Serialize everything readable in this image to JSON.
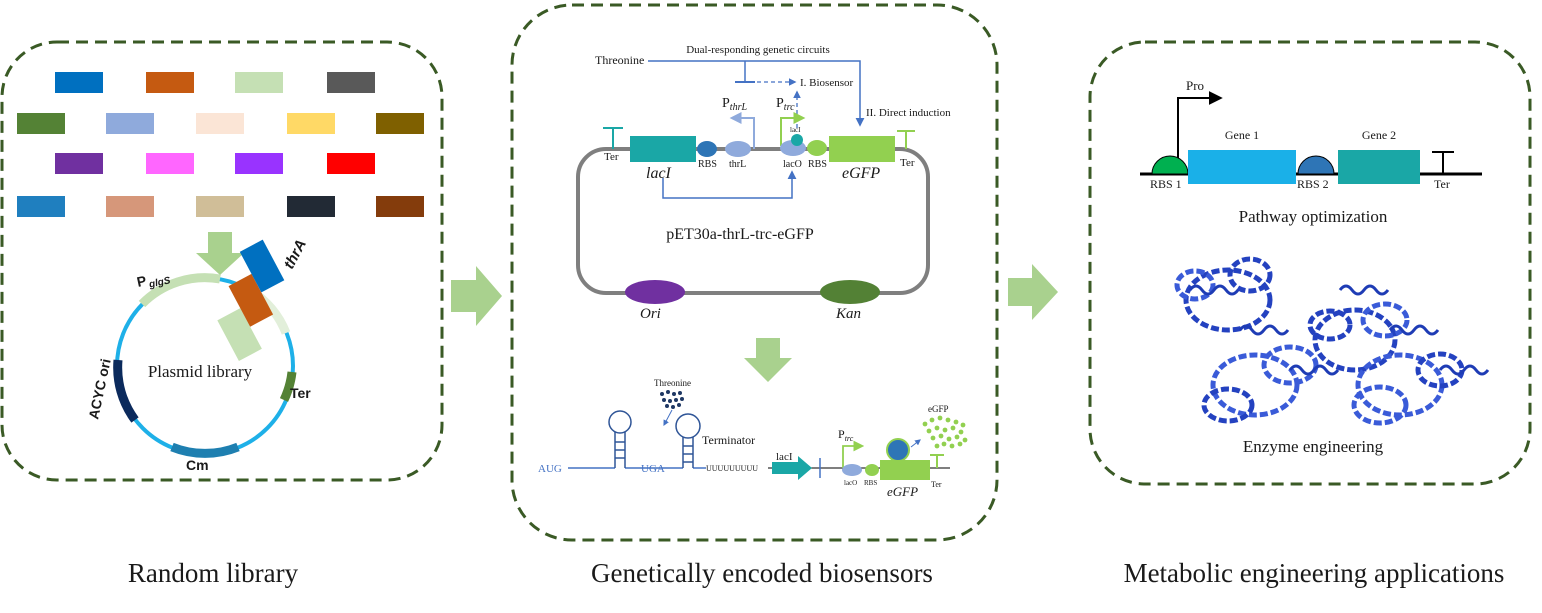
{
  "panels": {
    "left": {
      "caption": "Random library",
      "plasmid_label": "Plasmid library",
      "elements": {
        "promoter": "P",
        "promoter_sub": "glgS",
        "gene": "thrA",
        "terminator": "Ter",
        "marker": "Cm",
        "origin": "ACYC ori"
      },
      "library_colors": [
        [
          "#0070C0",
          "#C55A11",
          "#C5E0B4",
          "#595959"
        ],
        [
          "#548235",
          "#8FAADC",
          "#FBE5D6",
          "#FFD966",
          "#7F6000"
        ],
        [
          "#7030A0",
          "#FF66FF",
          "#9933FF",
          "#FF0000"
        ],
        [
          "#1F7FBF",
          "#D6977A",
          "#D0BE98",
          "#222A35",
          "#843C0C"
        ]
      ]
    },
    "middle": {
      "caption": "Genetically encoded biosensors",
      "circuit_title": "Dual-responding genetic circuits",
      "inducer": "Threonine",
      "biosensor_label": "I. Biosensor",
      "direct_label": "II. Direct induction",
      "promoter_thrL": "P",
      "promoter_thrL_sub": "thrL",
      "promoter_trc": "P",
      "promoter_trc_sub": "trc",
      "lacI_small": "lacI",
      "ter_left": "Ter",
      "ter_right": "Ter",
      "gene_lacI": "lacI",
      "rbs1": "RBS",
      "thrL": "thrL",
      "lacO": "lacO",
      "rbs2": "RBS",
      "gene_eGFP": "eGFP",
      "plasmid_name": "pET30a-thrL-trc-eGFP",
      "ori": "Ori",
      "kan": "Kan",
      "mech": {
        "threonine": "Threonine",
        "aug": "AUG",
        "uga": "UGA",
        "terminator": "Terminator",
        "polyu": "UUUUUUUUU",
        "lacI": "lacI",
        "ptrc": "P",
        "ptrc_sub": "trc",
        "lacO": "lacO",
        "rbs": "RBS",
        "eGFP_small": "eGFP",
        "eGFP": "eGFP",
        "ter": "Ter"
      }
    },
    "right": {
      "caption": "Metabolic engineering applications",
      "promoter": "Pro",
      "gene1": "Gene 1",
      "gene2": "Gene 2",
      "rbs1": "RBS 1",
      "rbs2": "RBS 2",
      "ter": "Ter",
      "pathway_label": "Pathway optimization",
      "enzyme_label": "Enzyme engineering"
    }
  },
  "colors": {
    "border": "#3A5A25",
    "flow_arrow": "#A9D18E",
    "plasmid_ring": "#1EB0E8",
    "circuit_arrow": "#4472C4",
    "lacI_box": "#1AA7A6",
    "egfp_box": "#92D050",
    "ori": "#7030A0",
    "kan": "#538135",
    "rbs_green": "#00B050",
    "rbs_blue": "#2E75B6",
    "gene1": "#1AB0E8",
    "gene2": "#1AA7A6",
    "protein": "#2442C0"
  }
}
